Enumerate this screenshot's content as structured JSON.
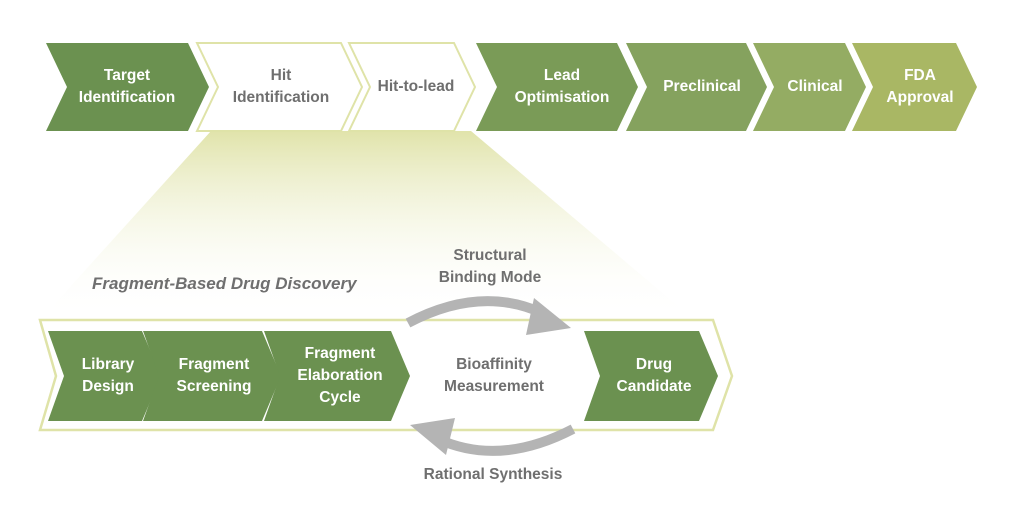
{
  "pipeline": {
    "stages": [
      {
        "label": "Target\nIdentification",
        "highlighted": true
      },
      {
        "label": "Hit\nIdentification",
        "highlighted": false
      },
      {
        "label": "Hit-to-lead",
        "highlighted": false
      },
      {
        "label": "Lead\nOptimisation",
        "highlighted": true
      },
      {
        "label": "Preclinical",
        "highlighted": true
      },
      {
        "label": "Clinical",
        "highlighted": true
      },
      {
        "label": "FDA\nApproval",
        "highlighted": true
      }
    ]
  },
  "fbdd": {
    "title": "Fragment-Based Drug Discovery",
    "steps": [
      {
        "label": "Library\nDesign"
      },
      {
        "label": "Fragment\nScreening"
      },
      {
        "label": "Fragment\nElaboration\nCycle"
      }
    ],
    "cycle": {
      "center": "Bioaffinity\nMeasurement",
      "top": "Structural\nBinding Mode",
      "bottom": "Rational Synthesis"
    },
    "result": {
      "label": "Drug\nCandidate"
    }
  },
  "colors": {
    "stage_gradient": [
      "#6b9150",
      "#7a9b57",
      "#85a25e",
      "#94ac63",
      "#a9b764"
    ],
    "stage_border": "#dfe3a8",
    "arrow_grey": "#b4b4b4",
    "text_grey": "#6f6f6f"
  }
}
